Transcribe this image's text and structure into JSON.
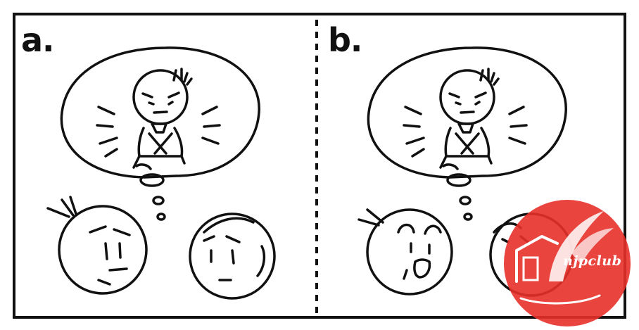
{
  "panels": [
    {
      "label": "a."
    },
    {
      "label": "b."
    }
  ],
  "watermark": {
    "text": "njpclub",
    "color": "#e8302a"
  },
  "colors": {
    "ink": "#111111",
    "background": "#ffffff"
  }
}
